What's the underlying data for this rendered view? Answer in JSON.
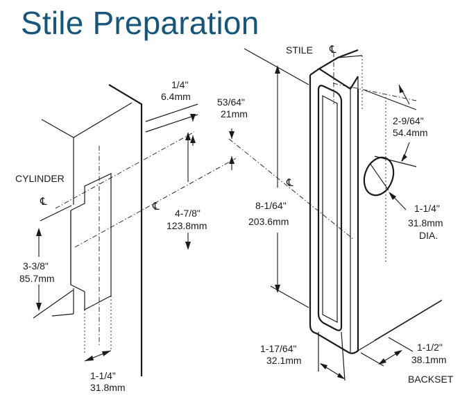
{
  "title": "Stile Preparation",
  "labels": {
    "stile": "STILE",
    "cylinder": "CYLINDER",
    "backset": "BACKSET",
    "centerline": "℄"
  },
  "dimensions": {
    "quarter_in": "1/4\"",
    "quarter_mm": "6.4mm",
    "d53_in": "53/64\"",
    "d53_mm": "21mm",
    "d478_in": "4-7/8\"",
    "d478_mm": "123.8mm",
    "d338_in": "3-3/8\"",
    "d338_mm": "85.7mm",
    "d114_in": "1-1/4\"",
    "d114_mm": "31.8mm",
    "d8_in": "8-1/64\"",
    "d8_mm": "203.6mm",
    "d2964_in": "2-9/64\"",
    "d2964_mm": "54.4mm",
    "dia_in": "1-1/4\"",
    "dia_mm": "31.8mm",
    "dia_label": "DIA.",
    "d11764_in": "1-17/64\"",
    "d11764_mm": "32.1mm",
    "d112_in": "1-1/2\"",
    "d112_mm": "38.1mm"
  }
}
